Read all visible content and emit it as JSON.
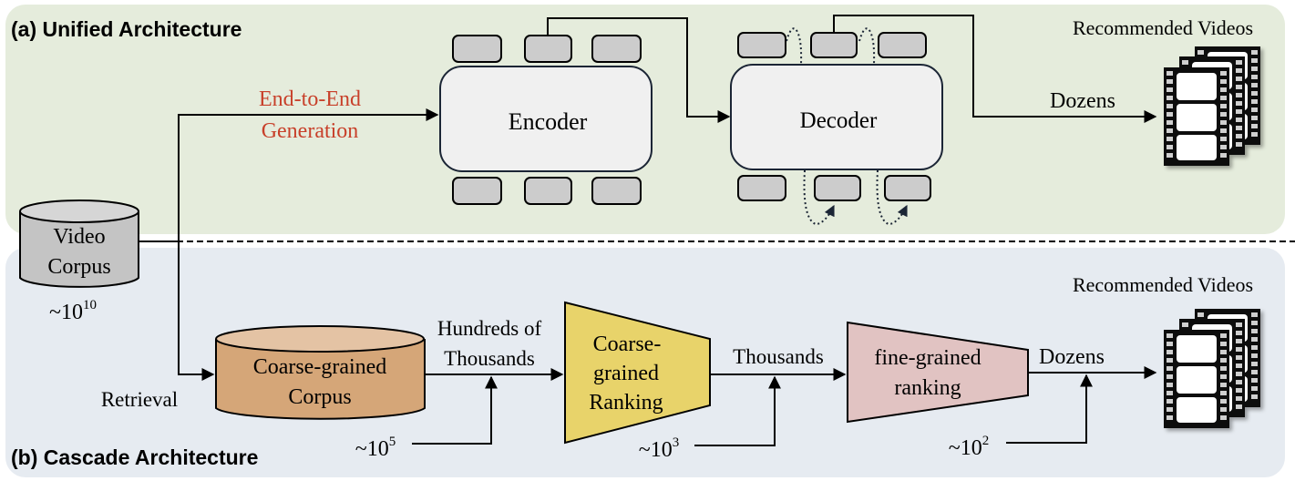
{
  "colors": {
    "panel_a_bg": "#e5ecdc",
    "panel_b_bg": "#e6ebf1",
    "accent_red": "#c8402a",
    "corpus_orange": "#d5a678",
    "corpus_orange_top": "#e4c3a4",
    "coarse_yellow": "#e8d36a",
    "fine_pink": "#e1c3c2",
    "video_corpus_gray": "#c4c4c4",
    "token_gray": "#cccccc",
    "block_fill": "#f0f0f0"
  },
  "panel_a": {
    "title": "(a) Unified Architecture",
    "generation_label_line1": "End-to-End",
    "generation_label_line2": "Generation",
    "encoder_label": "Encoder",
    "decoder_label": "Decoder",
    "output_label": "Dozens",
    "recommended_label": "Recommended Videos"
  },
  "source": {
    "label_line1": "Video",
    "label_line2": "Corpus",
    "scale_base": "~10",
    "scale_exp": "10"
  },
  "panel_b": {
    "title": "(b) Cascade Architecture",
    "retrieval_label": "Retrieval",
    "coarse_corpus_line1": "Coarse-grained",
    "coarse_corpus_line2": "Corpus",
    "stage1_out_line1": "Hundreds of",
    "stage1_out_line2": "Thousands",
    "stage1_scale_base": "~10",
    "stage1_scale_exp": "5",
    "coarse_ranking_line1": "Coarse-",
    "coarse_ranking_line2": "grained",
    "coarse_ranking_line3": "Ranking",
    "stage2_out": "Thousands",
    "stage2_scale_base": "~10",
    "stage2_scale_exp": "3",
    "fine_ranking_line1": "fine-grained",
    "fine_ranking_line2": "ranking",
    "stage3_out": "Dozens",
    "stage3_scale_base": "~10",
    "stage3_scale_exp": "2",
    "recommended_label": "Recommended Videos"
  }
}
